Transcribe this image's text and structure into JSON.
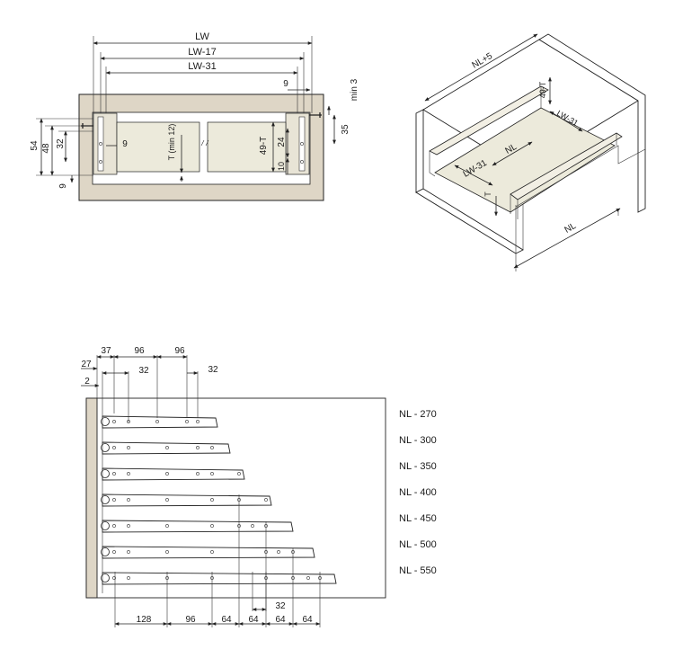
{
  "colors": {
    "cabinet_wood": "#ded6c6",
    "drawer_fill": "#eceadb",
    "line": "#222222",
    "rail_fill": "#e8e4d6"
  },
  "cross_section": {
    "dims": {
      "lw": "LW",
      "lw_17": "LW-17",
      "lw_31": "LW-31",
      "nine_top": "9",
      "min_3": "min 3",
      "thirty_five": "35",
      "fifty_four": "54",
      "forty_eight": "48",
      "thirty_two": "32",
      "nine_left": "9",
      "nine_bottom": "9",
      "t_min_12": "T (min 12)",
      "forty_nine_t": "49-T",
      "twenty_four": "24",
      "ten": "10"
    }
  },
  "isometric": {
    "labels": {
      "nl_plus_5": "NL+5",
      "forty_nine_t": "49-T",
      "lw_31_back": "LW-31",
      "nl_inner": "NL",
      "lw_31_front": "LW-31",
      "t": "T",
      "nl_bottom": "NL"
    }
  },
  "rails": {
    "top_dims": {
      "d37": "37",
      "d96a": "96",
      "d96b": "96",
      "d27": "27",
      "d32a": "32",
      "d32b": "32",
      "d2": "2"
    },
    "bottom_dims": {
      "d128": "128",
      "d96": "96",
      "d64a": "64",
      "d64b": "64",
      "d64c": "64",
      "d64d": "64",
      "d32": "32"
    },
    "rows": [
      {
        "label": "NL - 270"
      },
      {
        "label": "NL - 300"
      },
      {
        "label": "NL - 350"
      },
      {
        "label": "NL - 400"
      },
      {
        "label": "NL - 450"
      },
      {
        "label": "NL - 500"
      },
      {
        "label": "NL - 550"
      }
    ]
  }
}
